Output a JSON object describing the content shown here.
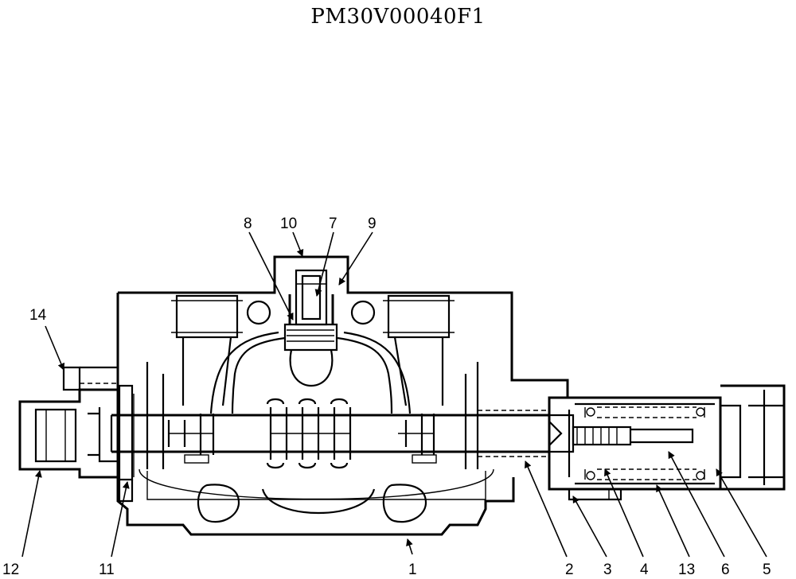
{
  "title": "PM30V00040F1",
  "callouts": {
    "c1": "1",
    "c2": "2",
    "c3": "3",
    "c4": "4",
    "c5": "5",
    "c6": "6",
    "c7": "7",
    "c8": "8",
    "c9": "9",
    "c10": "10",
    "c11": "11",
    "c12": "12",
    "c13": "13",
    "c14": "14"
  }
}
